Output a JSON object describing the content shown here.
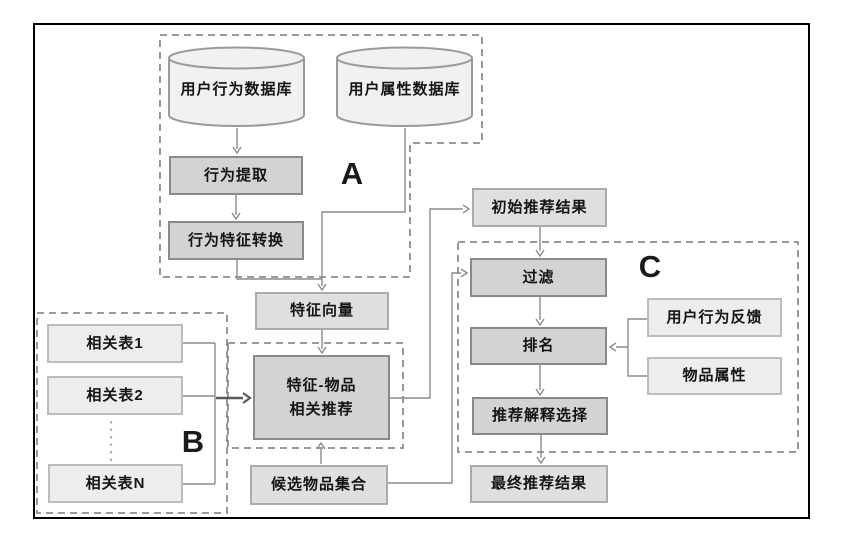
{
  "nodes": {
    "user_behavior_db": "用户行为数据库",
    "user_attribute_db": "用户属性数据库",
    "behavior_extraction": "行为提取",
    "behavior_feature_conversion": "行为特征转换",
    "feature_vector": "特征向量",
    "related_table_1": "相关表1",
    "related_table_2": "相关表2",
    "related_table_n": "相关表N",
    "feature_item_line1": "特征-物品",
    "feature_item_line2": "相关推荐",
    "candidate_item_set": "候选物品集合",
    "initial_recommendation_result": "初始推荐结果",
    "filter": "过滤",
    "ranking": "排名",
    "explanation_selection": "推荐解释选择",
    "final_recommendation_result": "最终推荐结果",
    "user_behavior_feedback": "用户行为反馈",
    "item_attribute": "物品属性"
  },
  "group_labels": {
    "a": "A",
    "b": "B",
    "c": "C"
  },
  "colors": {
    "frame_border": "#000000",
    "process_box_fill": "#d3d3d3",
    "process_box_border": "#8a8a8a",
    "result_box_fill": "#dfdfdf",
    "input_box_fill": "#ededed",
    "cylinder_fill": "#f1f1f1",
    "connector_line": "#8c8c8c",
    "thick_arrow": "#595959",
    "text": "#141414"
  }
}
